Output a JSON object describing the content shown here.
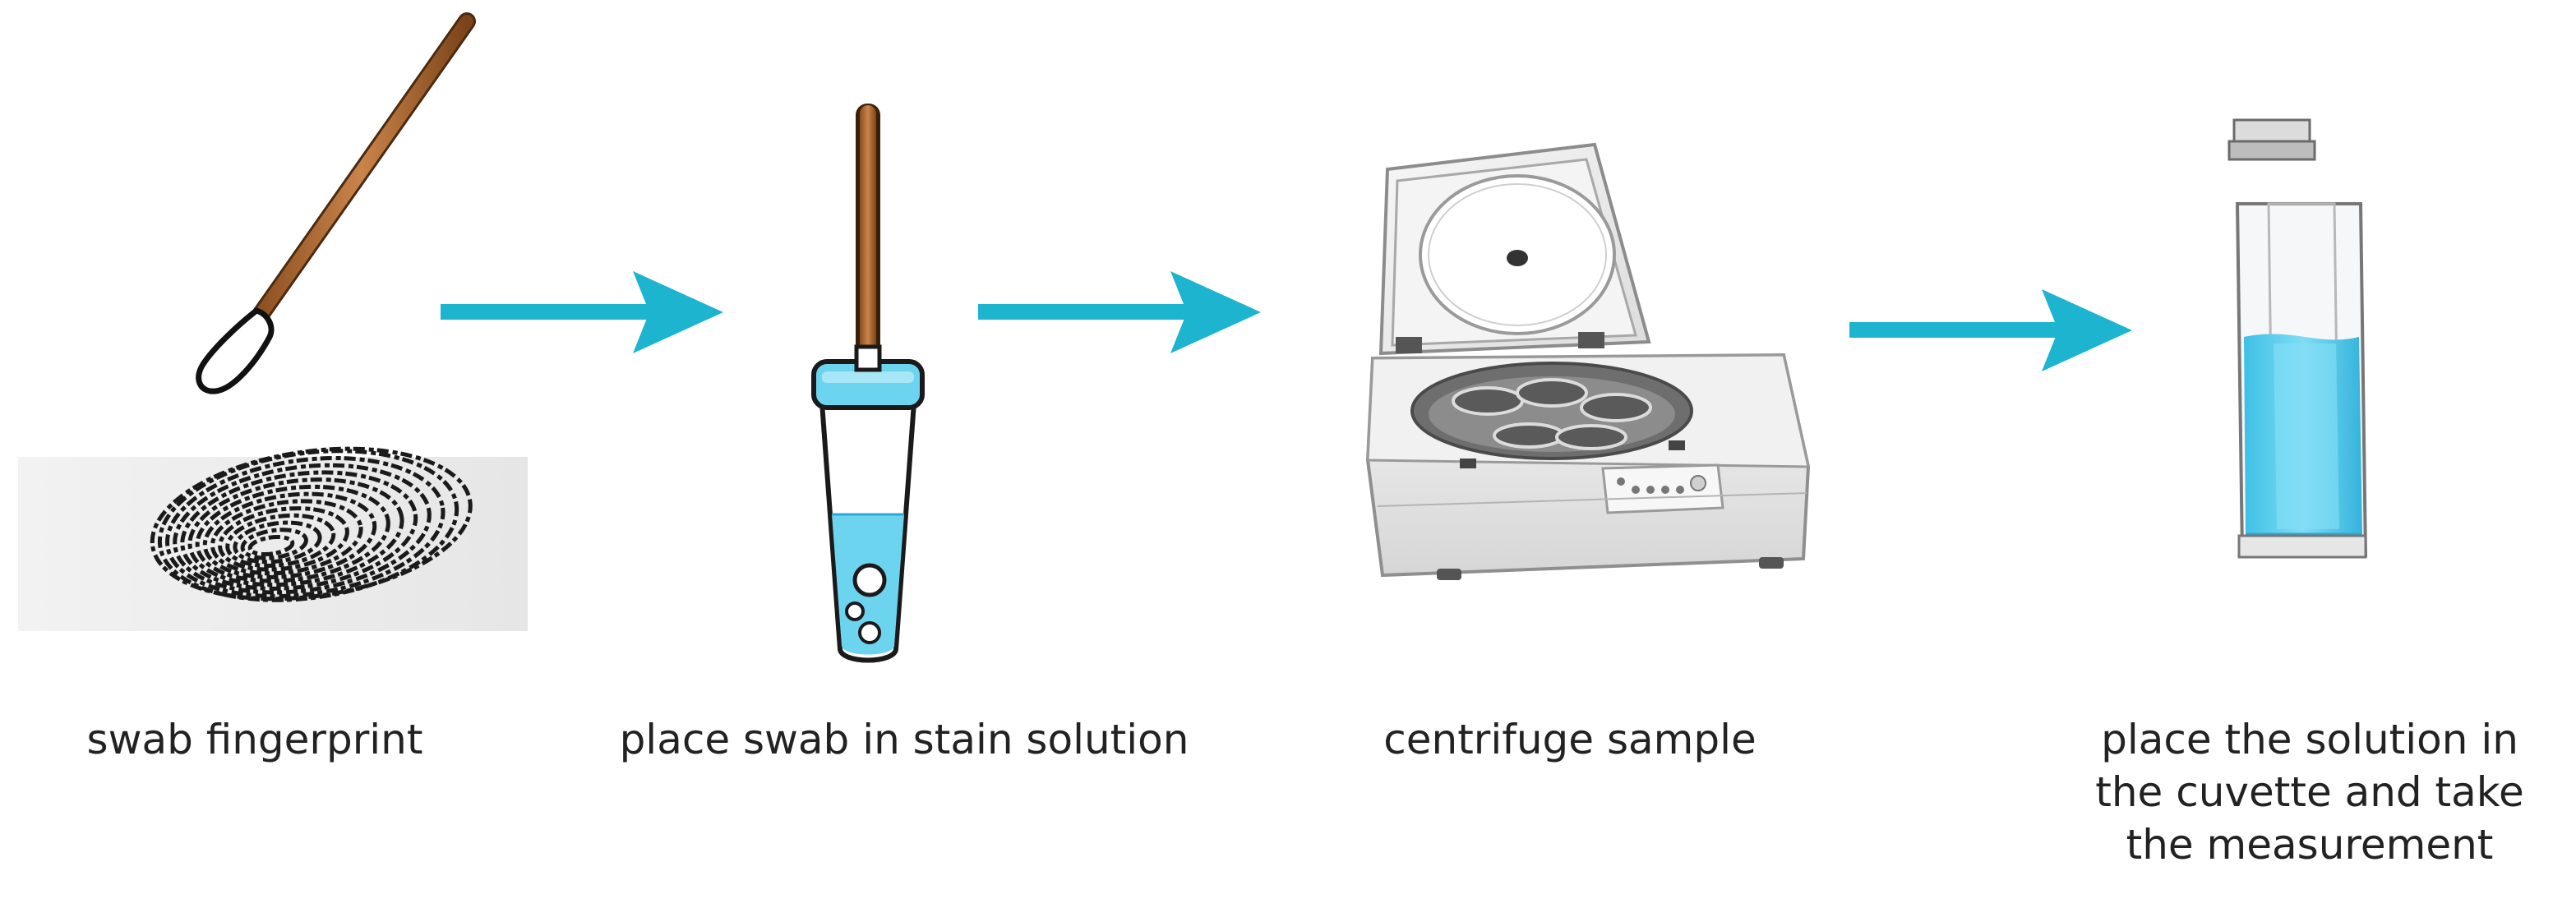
{
  "steps": [
    {
      "id": "swab",
      "caption_lines": [
        "swab fingerprint"
      ]
    },
    {
      "id": "stain",
      "caption_lines": [
        "place swab in stain solution"
      ]
    },
    {
      "id": "centrifuge",
      "caption_lines": [
        "centrifuge sample"
      ]
    },
    {
      "id": "cuvette",
      "caption_lines": [
        "place the solution in",
        "the cuvette and take",
        "the measurement"
      ]
    }
  ],
  "colors": {
    "arrow": "#1cb4cf",
    "solution": "#5fd0ec",
    "swab_stick": "#b8743a",
    "device_body": "#ececec",
    "device_outline": "#9a9a9a"
  },
  "icons": [
    "cotton-swab-icon",
    "fingerprint-icon",
    "stain-tube-icon",
    "centrifuge-icon",
    "cuvette-icon",
    "arrow-icon"
  ]
}
